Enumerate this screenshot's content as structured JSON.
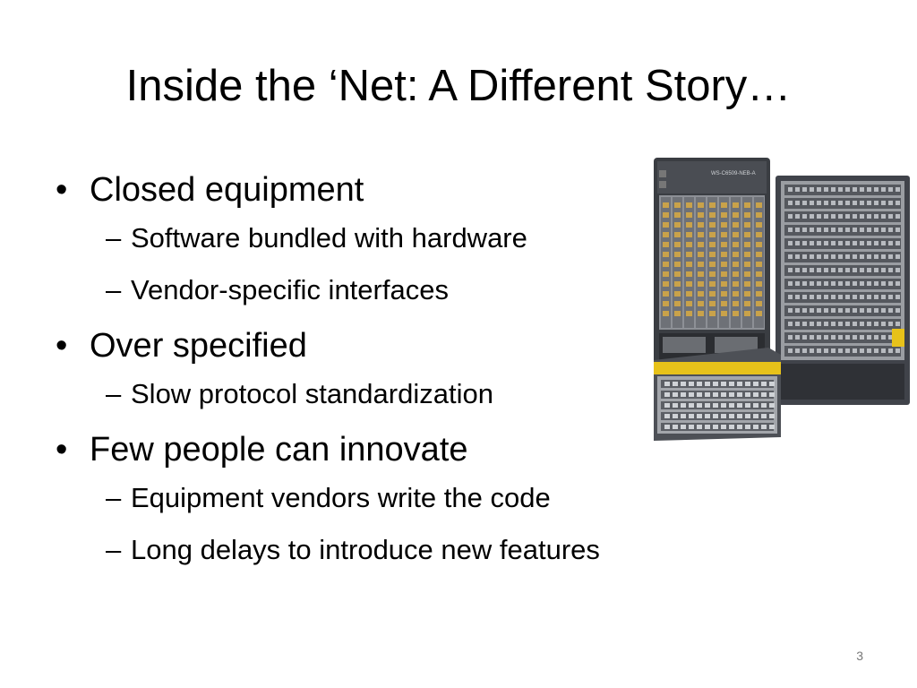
{
  "slide": {
    "title": "Inside the ‘Net: A Different Story…",
    "bullets": [
      {
        "text": "Closed equipment",
        "sub": [
          "Software bundled with hardware",
          "Vendor-specific interfaces"
        ]
      },
      {
        "text": "Over specified",
        "sub": [
          "Slow protocol standardization"
        ]
      },
      {
        "text": "Few people can innovate",
        "sub": [
          "Equipment vendors write the code",
          "Long delays to introduce new features"
        ]
      }
    ],
    "bullet_glyph": "•",
    "dash_glyph": "–",
    "page_number": "3",
    "image": {
      "icon": "network-router-chassis-photo",
      "chassis_label": "WS-C6509-NEB-A"
    },
    "colors": {
      "background": "#ffffff",
      "text": "#000000",
      "chassis_dark": "#3a3d42",
      "chassis_panel": "#9a9da2",
      "accent_yellow": "#e7c21a"
    }
  }
}
